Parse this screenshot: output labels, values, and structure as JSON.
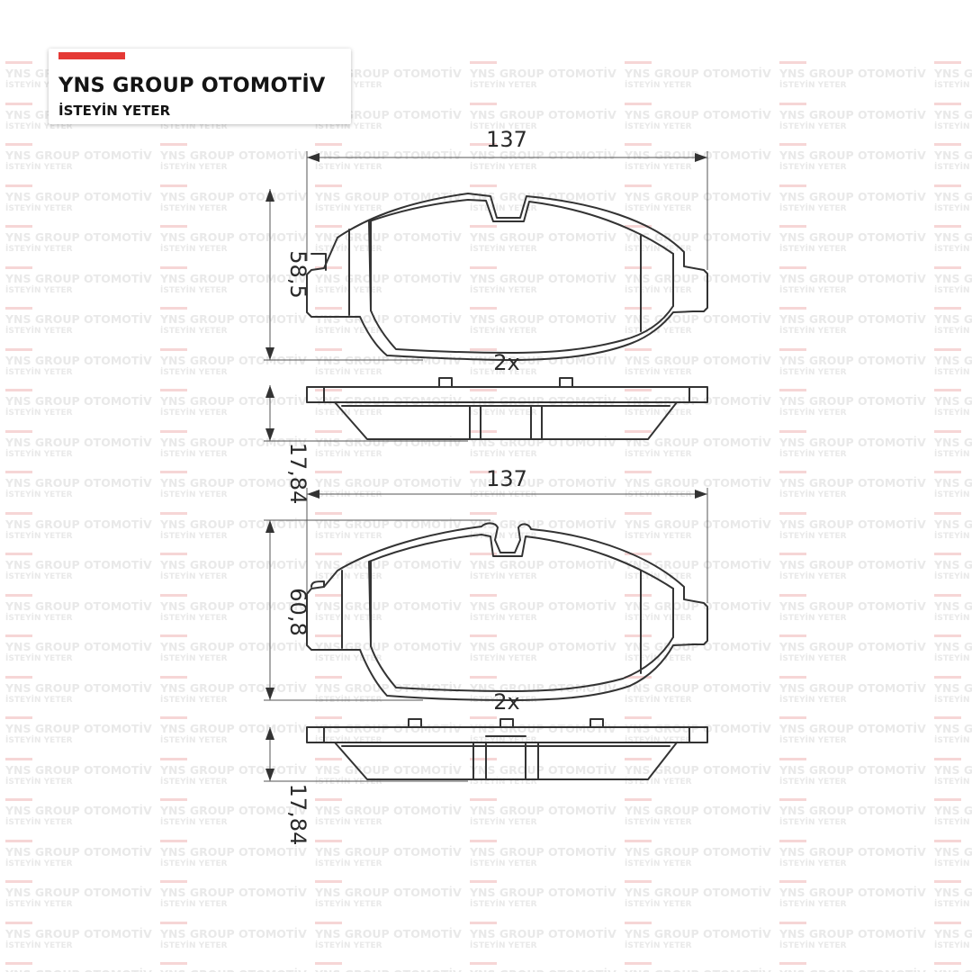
{
  "logo": {
    "brand": "YNS GROUP OTOMOTİV",
    "slogan": "İSTEYİN YETER",
    "accent_color": "#e53935"
  },
  "watermark": {
    "brand": "YNS GROUP OTOMOTİV",
    "slogan": "İSTEYİN YETER"
  },
  "pads": [
    {
      "width_dim": "137",
      "height_dim": "58,5",
      "quantity": "2x",
      "thickness_dim": "17,84"
    },
    {
      "width_dim": "137",
      "height_dim": "60,8",
      "quantity": "2x",
      "thickness_dim": "17,84"
    }
  ]
}
